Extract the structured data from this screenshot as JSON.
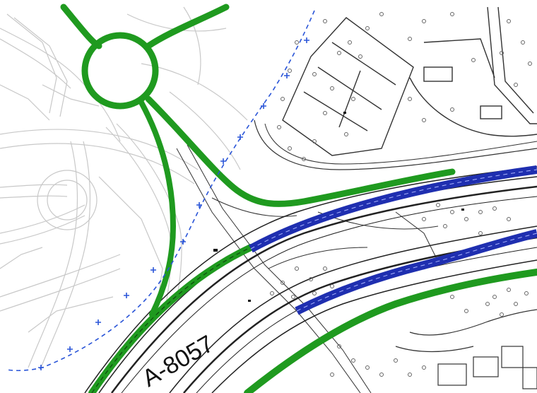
{
  "map": {
    "road_label": "A-8057",
    "colors": {
      "background": "#ffffff",
      "existing_road_grey": "#c8c8c8",
      "existing_road_dark": "#222222",
      "proposed_green": "#1f9a1f",
      "proposed_blue": "#1f2fb0",
      "boundary_blue_dashed": "#2a55d8",
      "building_outline": "#333333",
      "tree_symbol": "#666666"
    },
    "features": {
      "roundabout": "green-roundabout",
      "highway": "highway-a-8057",
      "boundary": "dashed-boundary-line",
      "buildings": "building-block",
      "trees": "tree-symbols"
    }
  }
}
